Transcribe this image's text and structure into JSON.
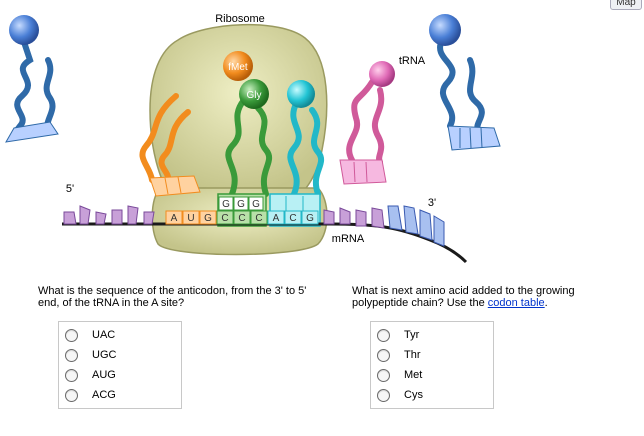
{
  "diagram": {
    "ribosome_label": "Ribosome",
    "trna_label": "tRNA",
    "mrna_label": "mRNA",
    "five_prime": "5'",
    "three_prime": "3'",
    "fmet_label": "fMet",
    "gly_label": "Gly",
    "mrna_bases": [
      "A",
      "U",
      "G",
      "C",
      "C",
      "C",
      "A",
      "C",
      "G"
    ],
    "p_site_anticodon": [
      "G",
      "G",
      "G"
    ],
    "colors": {
      "ribosome": "#d2d29a",
      "fmet": "#f28c1e",
      "gly": "#3a9a3a",
      "a_site": "#22b8c8",
      "exiting_trna": "#d05a9a",
      "left_trna": "#2f6aa8",
      "mrna_backbone": "#1a1a1a"
    }
  },
  "map_button": "Map",
  "q1": {
    "text": "What is the sequence of the anticodon, from the 3' to 5' end, of the tRNA in the A site?",
    "options": [
      "UAC",
      "UGC",
      "AUG",
      "ACG"
    ]
  },
  "q2": {
    "text_before": "What is next amino acid added to the growing polypeptide chain? Use the",
    "link": "codon table",
    "text_after": ".",
    "options": [
      "Tyr",
      "Thr",
      "Met",
      "Cys"
    ]
  }
}
